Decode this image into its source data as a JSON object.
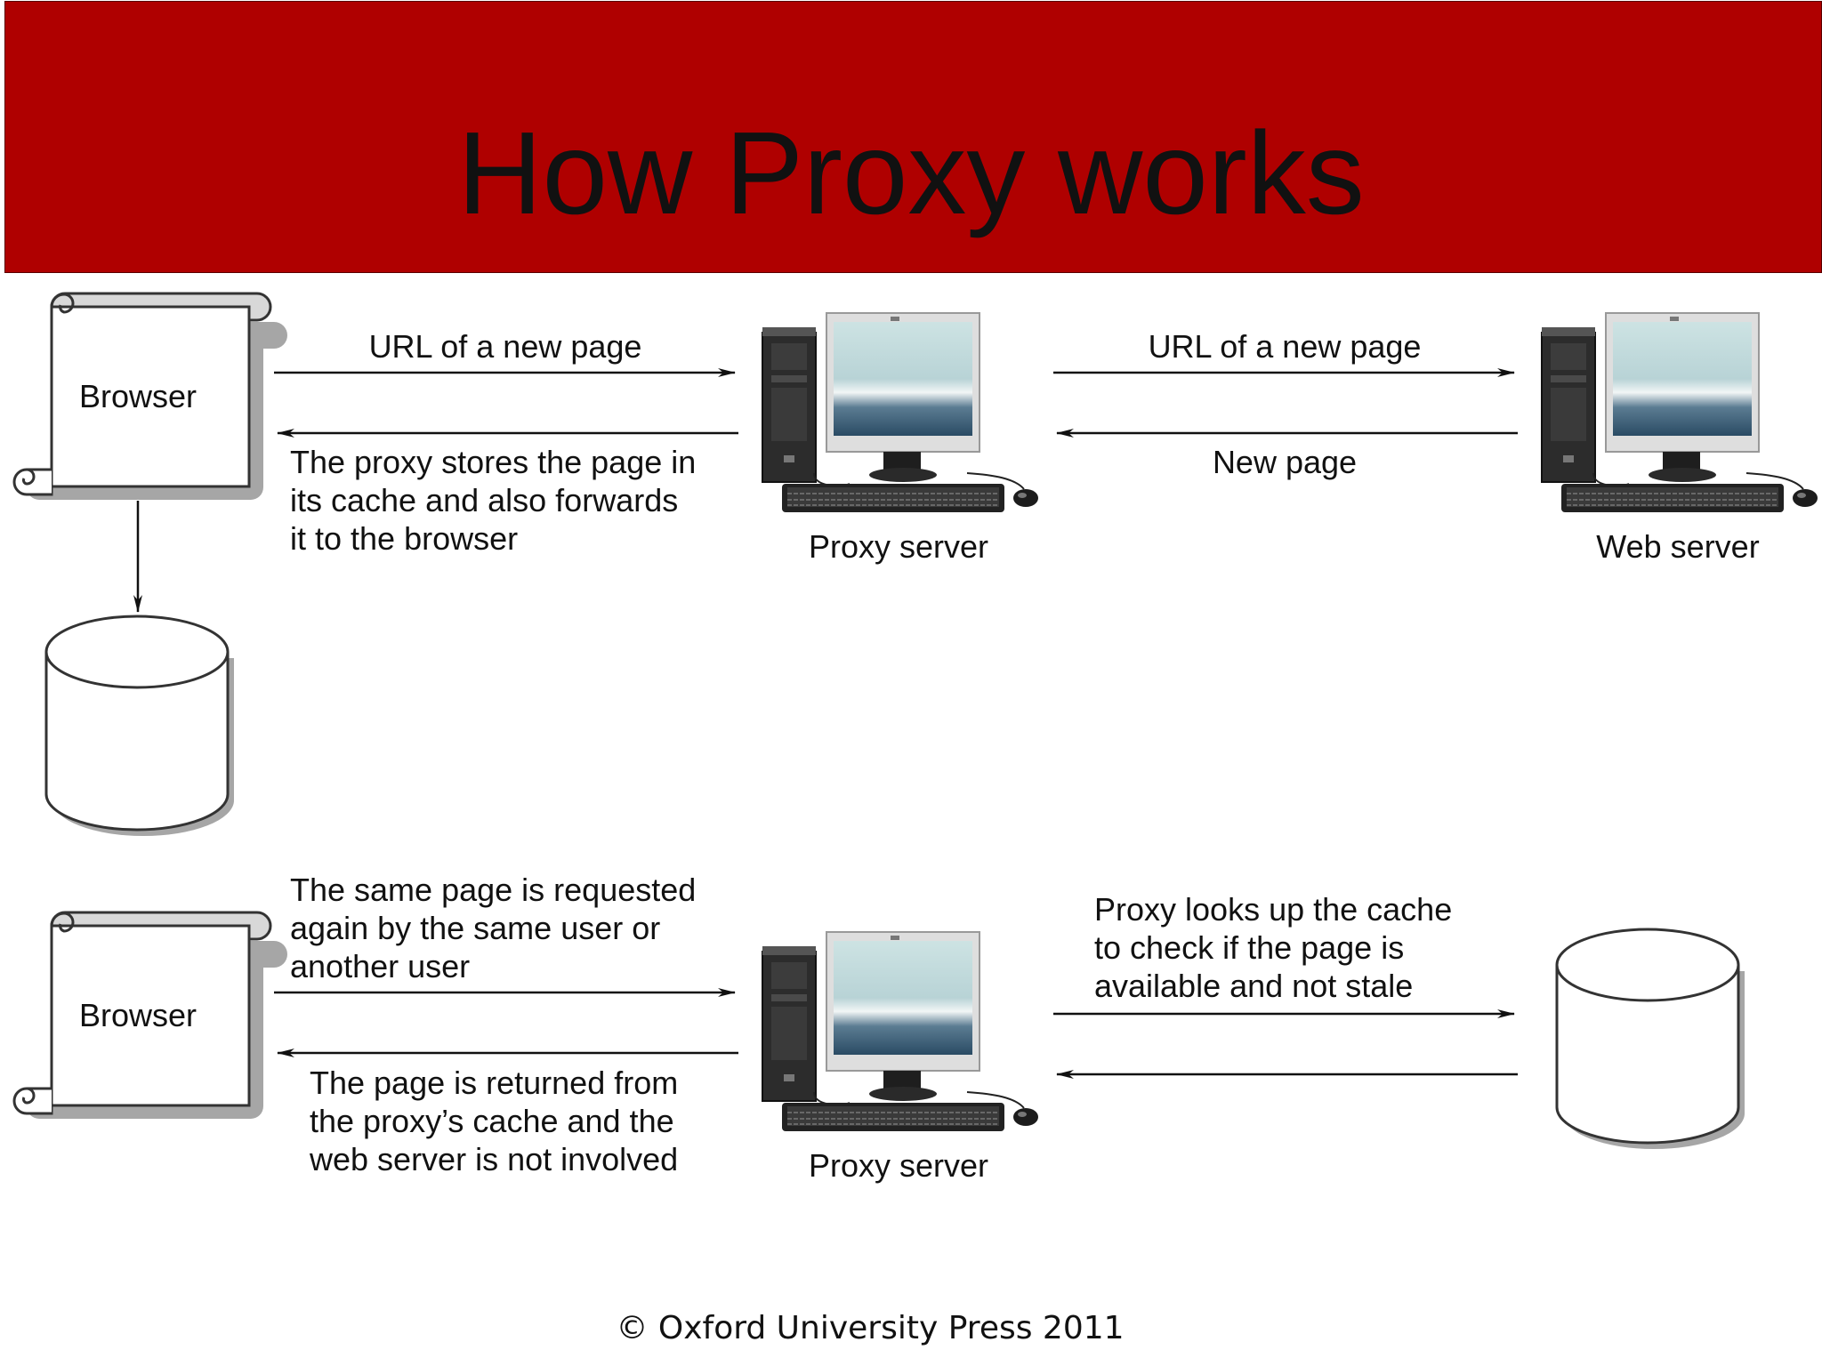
{
  "title": "How Proxy works",
  "colors": {
    "banner": "#af0000",
    "ink": "#111111"
  },
  "top_flow": {
    "browser_label": "Browser",
    "request_label": "URL of a new page",
    "response_label": "The proxy stores the page in\nits cache and also forwards\nit to the browser",
    "proxy_label": "Proxy server",
    "upstream_request_label": "URL of a new page",
    "upstream_response_label": "New page",
    "web_server_label": "Web server"
  },
  "bottom_flow": {
    "browser_label": "Browser",
    "request_label": "The same page is requested\nagain by the same user or\nanother user",
    "response_label": "The page is returned from\nthe proxy’s cache and the\nweb server is not involved",
    "proxy_label": "Proxy server",
    "cache_lookup_label": "Proxy looks up the cache\nto check if the page is\navailable and not stale"
  },
  "footer": "© Oxford University Press 2011",
  "icons": [
    "scroll-icon",
    "cylinder-icon",
    "computer-icon",
    "arrow-icon"
  ]
}
